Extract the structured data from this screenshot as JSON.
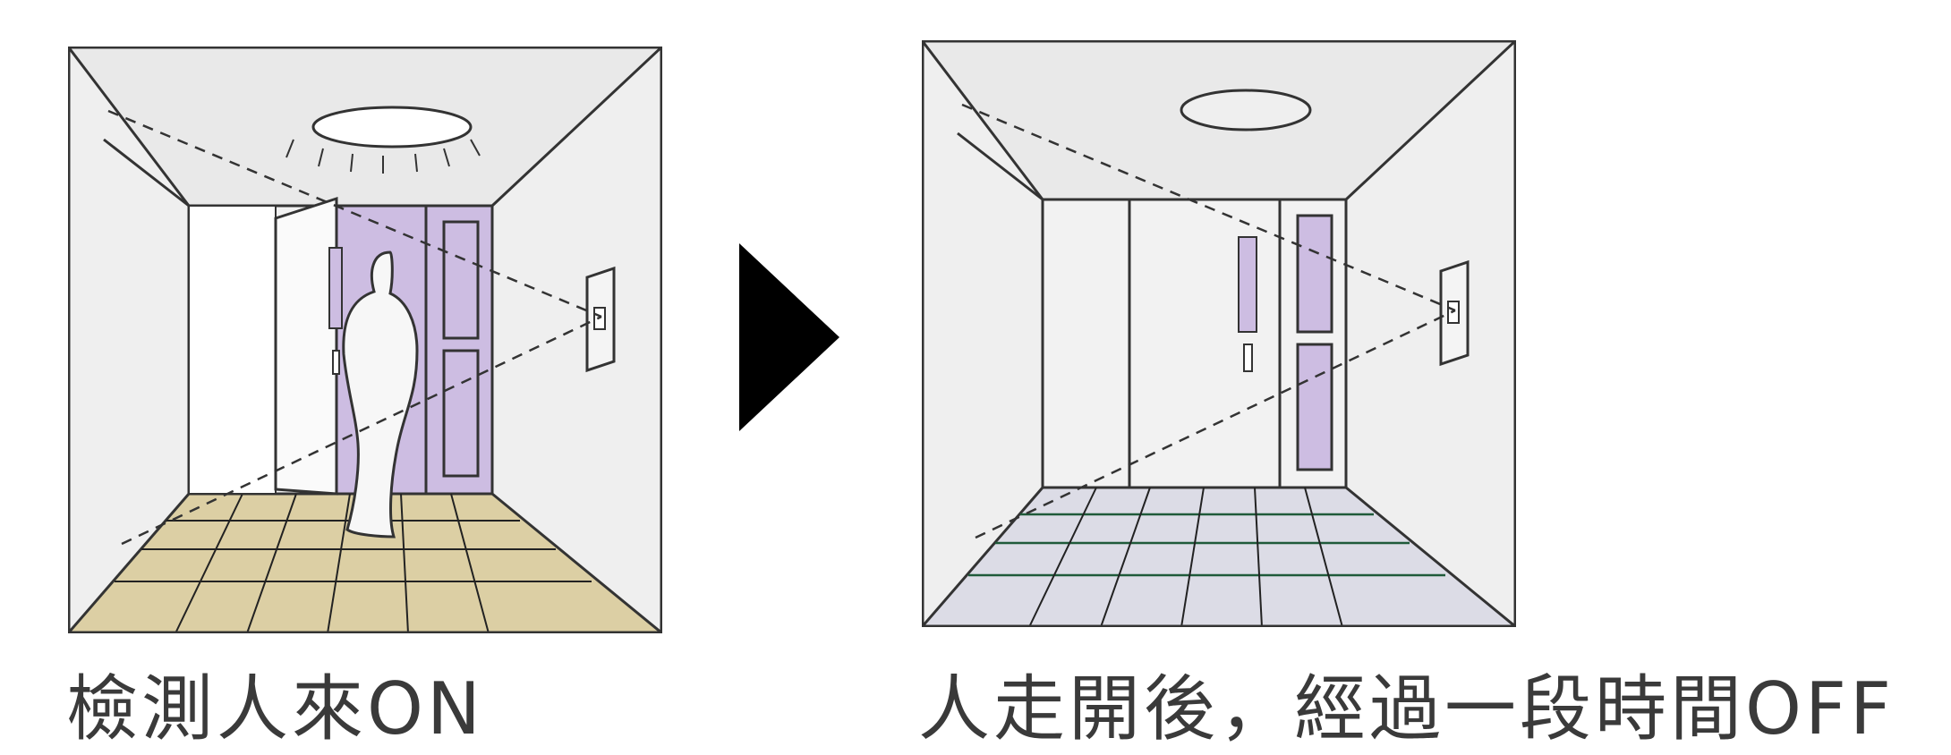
{
  "panels": {
    "left": {
      "caption": "檢測人來ON",
      "state": "light-on",
      "person_present": true,
      "door_open": true
    },
    "right": {
      "caption": "人走開後，經過一段時間OFF",
      "state": "light-off",
      "person_present": false,
      "door_open": false
    }
  },
  "arrow_icon": "play-triangle-icon",
  "colors": {
    "wall": "#efefef",
    "line": "#333333",
    "purple": "#cdbde2",
    "floor_lit": "#dccfa4",
    "floor_dark": "#dcdce6",
    "door_lit": "#ffffff",
    "caption": "#3a3a3a"
  }
}
